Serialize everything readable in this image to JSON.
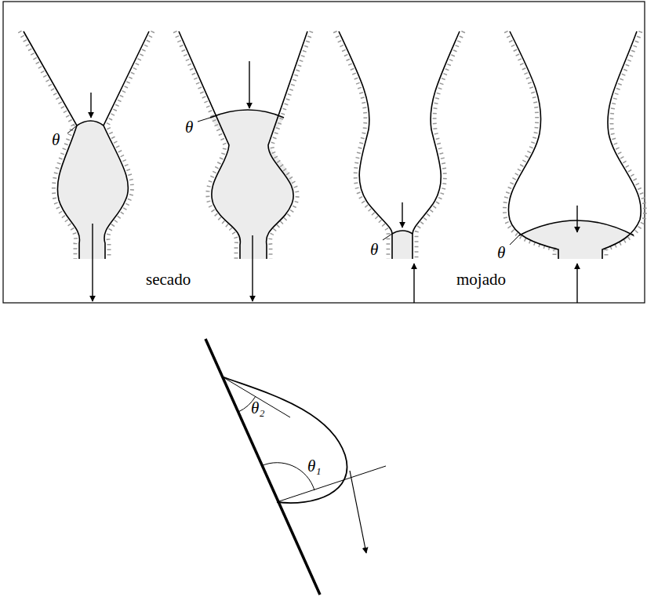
{
  "diagram": {
    "labels": [
      "θ",
      "θ",
      "θ",
      "θ",
      "secado",
      "mojado",
      "θ₂",
      "θ₁"
    ]
  }
}
